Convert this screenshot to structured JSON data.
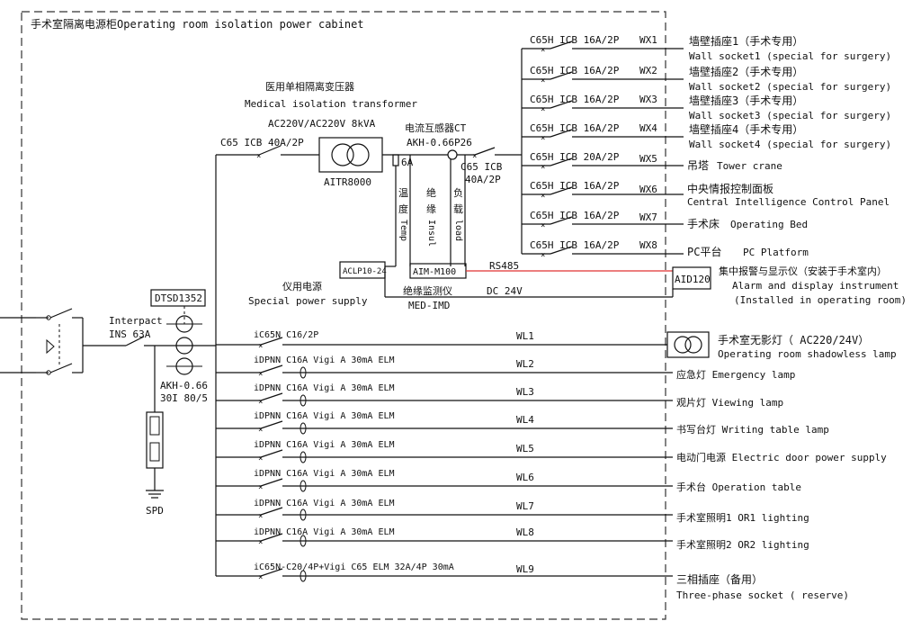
{
  "cabinet": {
    "title": "手术室隔离电源柜Operating room isolation power cabinet"
  },
  "transformer": {
    "title_cn": "医用单相隔离变压器",
    "title_en": "Medical isolation transformer",
    "rating": "AC220V/AC220V 8kVA",
    "model": "AITR8000"
  },
  "main_breaker": "C65 ICB 40A/2P",
  "ct": {
    "label": "电流互感器CT",
    "model": "AKH-0.66P26"
  },
  "fuse": "6A",
  "out_breaker": {
    "line1": "C65 ICB",
    "line2": "40A/2P"
  },
  "vertical_labels": {
    "temp_cn": [
      "温",
      "度"
    ],
    "temp_en": "Temp",
    "insul_cn": [
      "绝",
      "缘"
    ],
    "insul_en": "Insul",
    "load_cn": [
      "负",
      "载"
    ],
    "load_en": "load"
  },
  "monitor": {
    "aclp": "ACLP10-24",
    "aim": "AIM-M100",
    "label_cn": "绝缘监测仪",
    "label_en": "MED-IMD"
  },
  "special_supply": {
    "cn": "仪用电源",
    "en": "Special power supply"
  },
  "rs485": "RS485",
  "dc24": "DC 24V",
  "alarm": {
    "model": "AID120",
    "cn": "集中报警与显示仪（安装于手术室内）",
    "en1": "Alarm and display instrument",
    "en2": "(Installed in operating room)"
  },
  "wx_circuits": [
    {
      "breaker": "C65H ICB 16A/2P",
      "id": "WX1",
      "cn": "墙壁插座1（手术专用）",
      "en": "Wall socket1 (special for surgery)"
    },
    {
      "breaker": "C65H ICB 16A/2P",
      "id": "WX2",
      "cn": "墙壁插座2（手术专用）",
      "en": "Wall socket2 (special for surgery)"
    },
    {
      "breaker": "C65H ICB 16A/2P",
      "id": "WX3",
      "cn": "墙壁插座3（手术专用）",
      "en": "Wall socket3 (special for surgery)"
    },
    {
      "breaker": "C65H ICB 16A/2P",
      "id": "WX4",
      "cn": "墙壁插座4（手术专用）",
      "en": "Wall socket4 (special for surgery)"
    },
    {
      "breaker": "C65H ICB 20A/2P",
      "id": "WX5",
      "cn": "吊塔",
      "en": "Tower crane"
    },
    {
      "breaker": "C65H ICB 16A/2P",
      "id": "WX6",
      "cn": "中央情报控制面板",
      "en": "Central Intelligence Control Panel"
    },
    {
      "breaker": "C65H ICB 16A/2P",
      "id": "WX7",
      "cn": "手术床",
      "en": "Operating Bed"
    },
    {
      "breaker": "C65H ICB 16A/2P",
      "id": "WX8",
      "cn": "PC平台",
      "en": "PC Platform"
    }
  ],
  "dtsd": "DTSD1352",
  "interpact": {
    "line1": "Interpact",
    "line2": "INS 63A"
  },
  "akh": {
    "line1": "AKH-0.66",
    "line2": "30I 80/5"
  },
  "spd": "SPD",
  "wl_circuits": [
    {
      "breaker": "iC65N C16/2P",
      "id": "WL1",
      "cn": "手术室无影灯（ AC220/24V）",
      "en": "Operating room shadowless lamp"
    },
    {
      "breaker": "iDPNN C16A Vigi A 30mA ELM",
      "id": "WL2",
      "load": "应急灯 Emergency lamp"
    },
    {
      "breaker": "iDPNN C16A Vigi A 30mA ELM",
      "id": "WL3",
      "load": "观片灯 Viewing lamp"
    },
    {
      "breaker": "iDPNN C16A Vigi A 30mA ELM",
      "id": "WL4",
      "load": "书写台灯 Writing table lamp"
    },
    {
      "breaker": "iDPNN C16A Vigi A 30mA ELM",
      "id": "WL5",
      "load": "电动门电源 Electric door power supply"
    },
    {
      "breaker": "iDPNN C16A Vigi A 30mA ELM",
      "id": "WL6",
      "load": "手术台 Operation table"
    },
    {
      "breaker": "iDPNN C16A Vigi A 30mA ELM",
      "id": "WL7",
      "load": "手术室照明1 OR1 lighting"
    },
    {
      "breaker": "iDPNN C16A Vigi A 30mA ELM",
      "id": "WL8",
      "load": "手术室照明2 OR2 lighting"
    },
    {
      "breaker": "iC65N-C20/4P+Vigi C65 ELM 32A/4P 30mA",
      "id": "WL9",
      "cn": "三相插座（备用）",
      "en": "Three-phase socket ( reserve)"
    }
  ]
}
